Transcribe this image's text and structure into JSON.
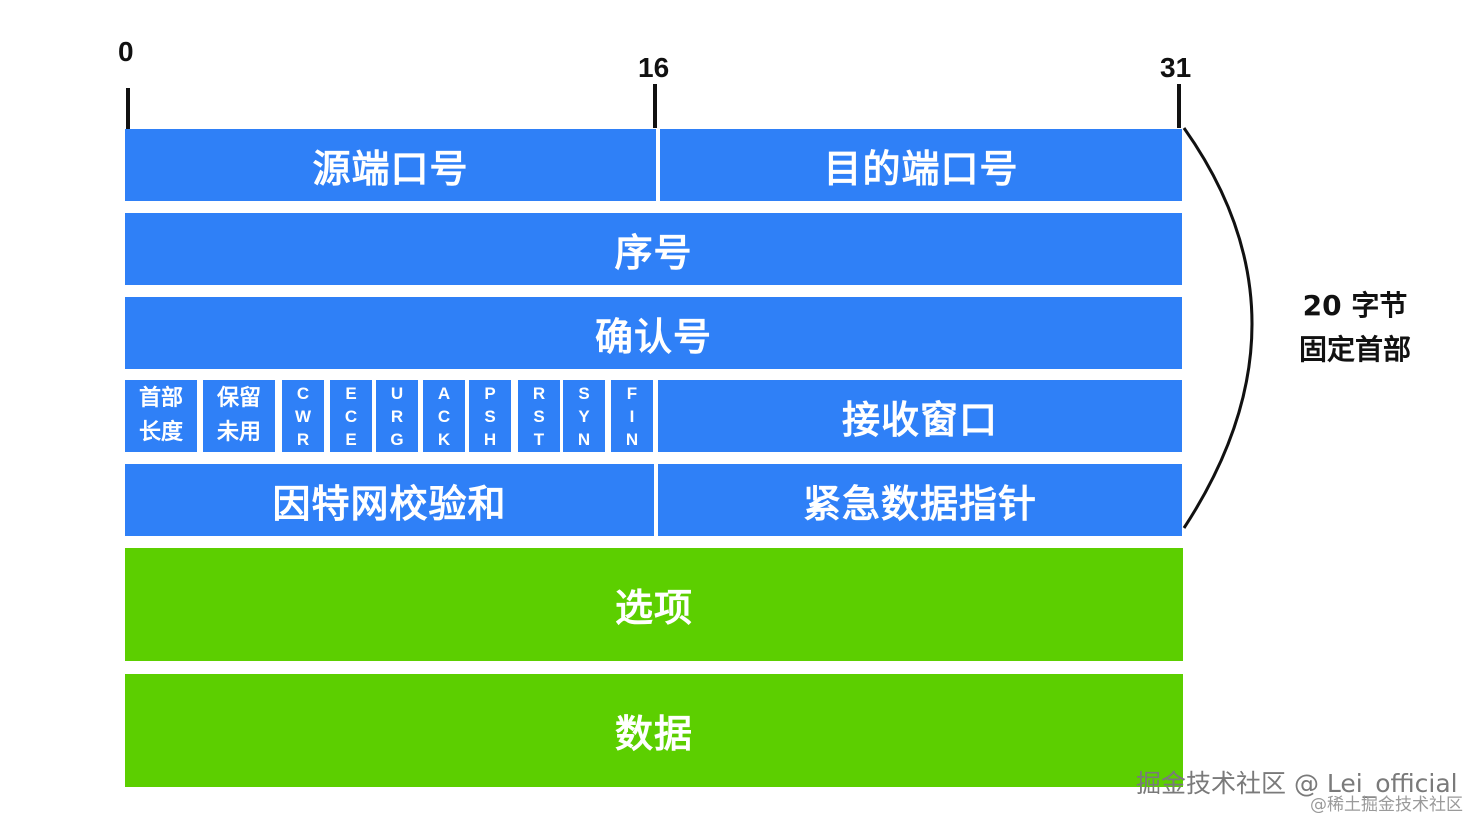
{
  "bit_labels": {
    "start": "0",
    "middle": "16",
    "end": "31"
  },
  "rows": {
    "source_port": "源端口号",
    "dest_port": "目的端口号",
    "sequence": "序号",
    "ack_number": "确认号",
    "header_length": [
      "首部",
      "长度"
    ],
    "reserved": [
      "保留",
      "未用"
    ],
    "flags": [
      [
        "C",
        "W",
        "R"
      ],
      [
        "E",
        "C",
        "E"
      ],
      [
        "U",
        "R",
        "G"
      ],
      [
        "A",
        "C",
        "K"
      ],
      [
        "P",
        "S",
        "H"
      ],
      [
        "R",
        "S",
        "T"
      ],
      [
        "S",
        "Y",
        "N"
      ],
      [
        "F",
        "I",
        "N"
      ]
    ],
    "window": "接收窗口",
    "checksum": "因特网校验和",
    "urgent_pointer": "紧急数据指针",
    "options": "选项",
    "data": "数据"
  },
  "annotation": {
    "line1": "20 字节",
    "line2": "固定首部"
  },
  "watermark": {
    "main": "掘金技术社区 @ Lei_official",
    "sub": "@稀土掘金技术社区"
  },
  "colors": {
    "header_blue": "#2f80f7",
    "optional_green": "#5ccf00"
  }
}
